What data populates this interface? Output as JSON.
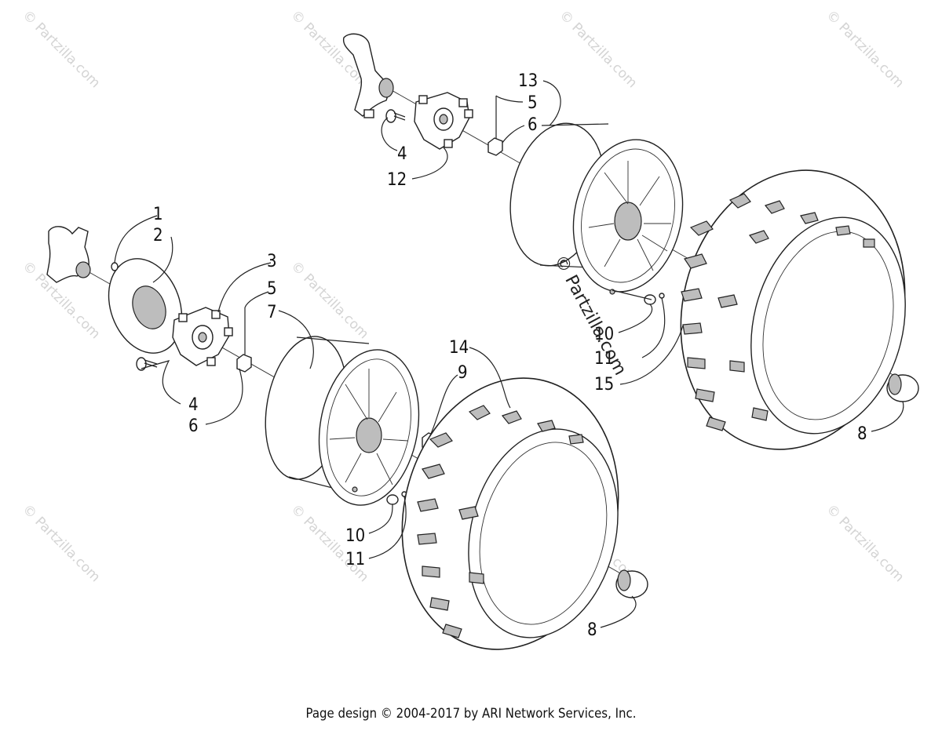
{
  "watermark": "© Partzilla.com",
  "footer": "Page design © 2004-2017 by ARI Network Services, Inc.",
  "callouts": {
    "c1": "1",
    "c2": "2",
    "c3": "3",
    "c5a": "5",
    "c7": "7",
    "c4a": "4",
    "c6a": "6",
    "c13": "13",
    "c5b": "5",
    "c6b": "6",
    "c4b": "4",
    "c12": "12",
    "c14": "14",
    "c9": "9",
    "c10a": "10",
    "c11a": "11",
    "c8a": "8",
    "c10b": "10",
    "c11b": "11",
    "c15": "15",
    "c8b": "8"
  }
}
